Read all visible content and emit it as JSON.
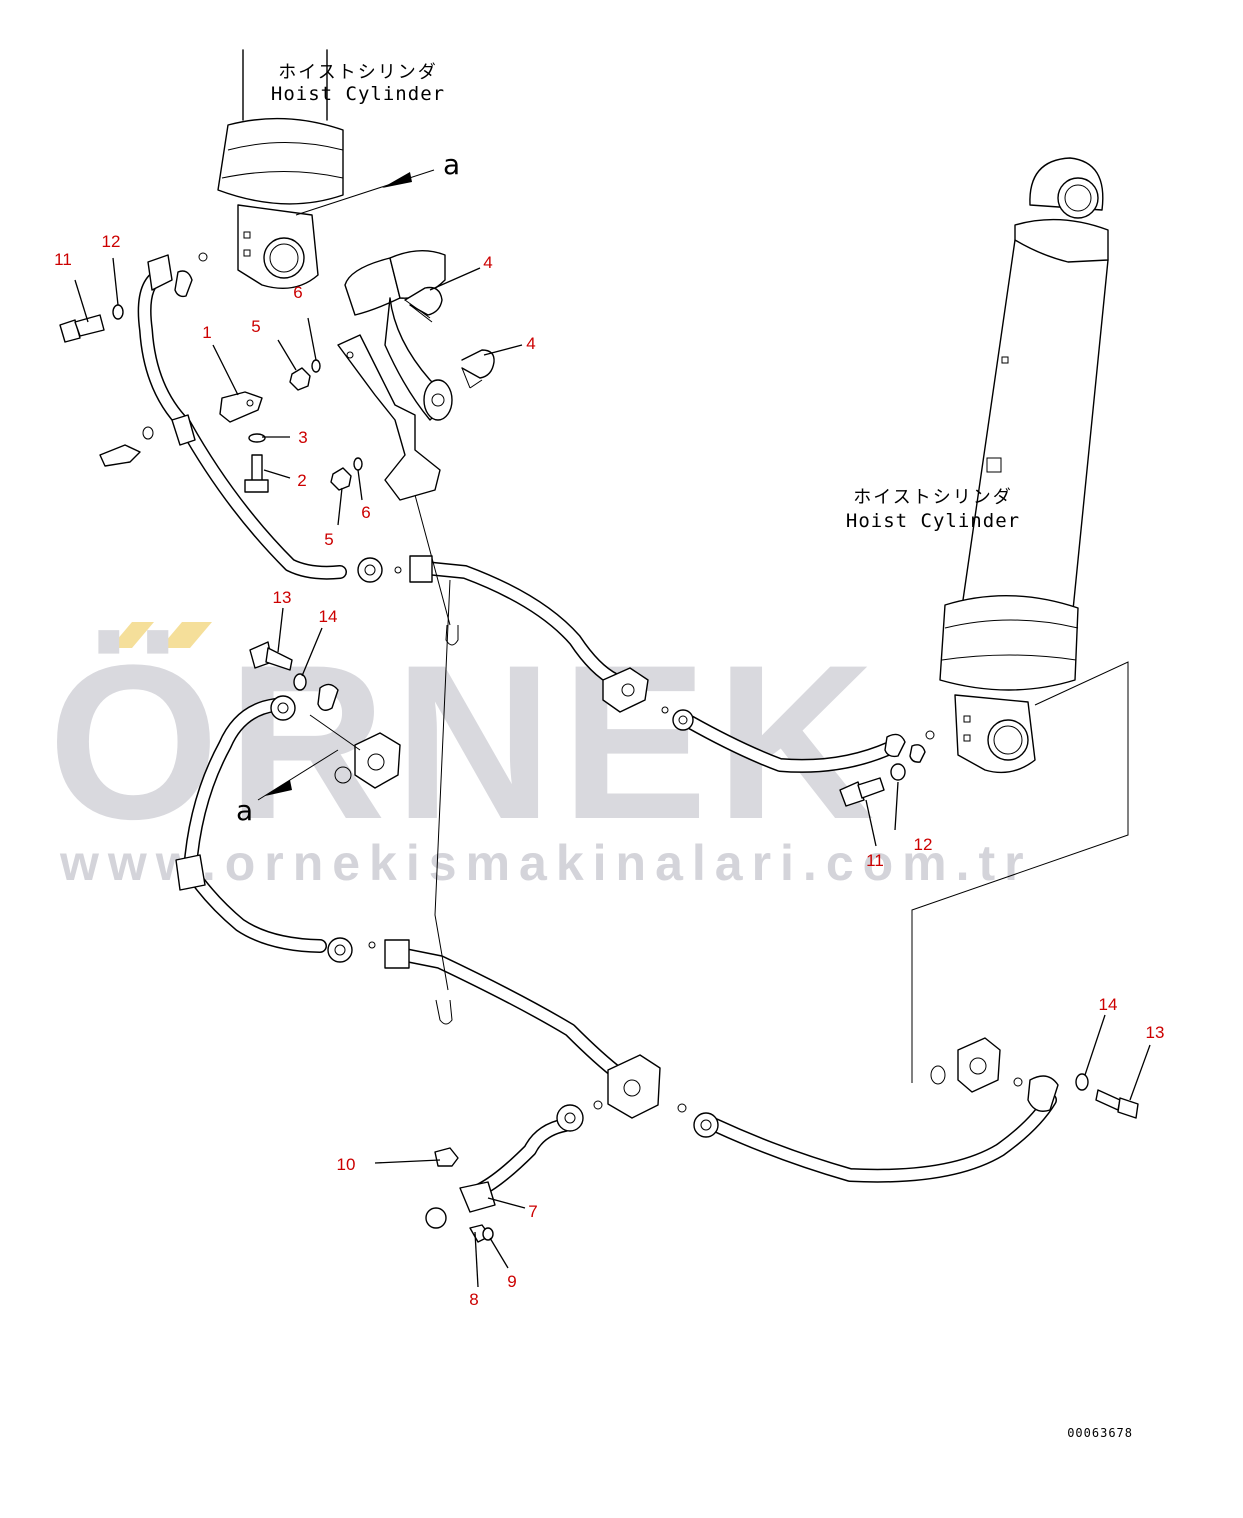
{
  "watermark": {
    "brand": "ÖRNEK",
    "url": "www.ornekismakinalari.com.tr",
    "accent_color": "#f5df9a",
    "text_color": "#d9d9de"
  },
  "labels": {
    "cylinder_left_jp": "ホイストシリンダ",
    "cylinder_left_en": "Hoist Cylinder",
    "cylinder_right_jp": "ホイストシリンダ",
    "cylinder_right_en": "Hoist Cylinder",
    "view_a_top": "a",
    "view_a_mid": "a",
    "drawing_number": "00063678"
  },
  "callouts": [
    {
      "id": "c-11a",
      "text": "11"
    },
    {
      "id": "c-12a",
      "text": "12"
    },
    {
      "id": "c-1",
      "text": "1"
    },
    {
      "id": "c-5a",
      "text": "5"
    },
    {
      "id": "c-6a",
      "text": "6"
    },
    {
      "id": "c-4a",
      "text": "4"
    },
    {
      "id": "c-4b",
      "text": "4"
    },
    {
      "id": "c-3",
      "text": "3"
    },
    {
      "id": "c-2",
      "text": "2"
    },
    {
      "id": "c-6b",
      "text": "6"
    },
    {
      "id": "c-5b",
      "text": "5"
    },
    {
      "id": "c-13a",
      "text": "13"
    },
    {
      "id": "c-14a",
      "text": "14"
    },
    {
      "id": "c-12b",
      "text": "12"
    },
    {
      "id": "c-11b",
      "text": "11"
    },
    {
      "id": "c-14b",
      "text": "14"
    },
    {
      "id": "c-13b",
      "text": "13"
    },
    {
      "id": "c-10",
      "text": "10"
    },
    {
      "id": "c-7",
      "text": "7"
    },
    {
      "id": "c-9",
      "text": "9"
    },
    {
      "id": "c-8",
      "text": "8"
    }
  ],
  "callout_color": "#cc0000"
}
